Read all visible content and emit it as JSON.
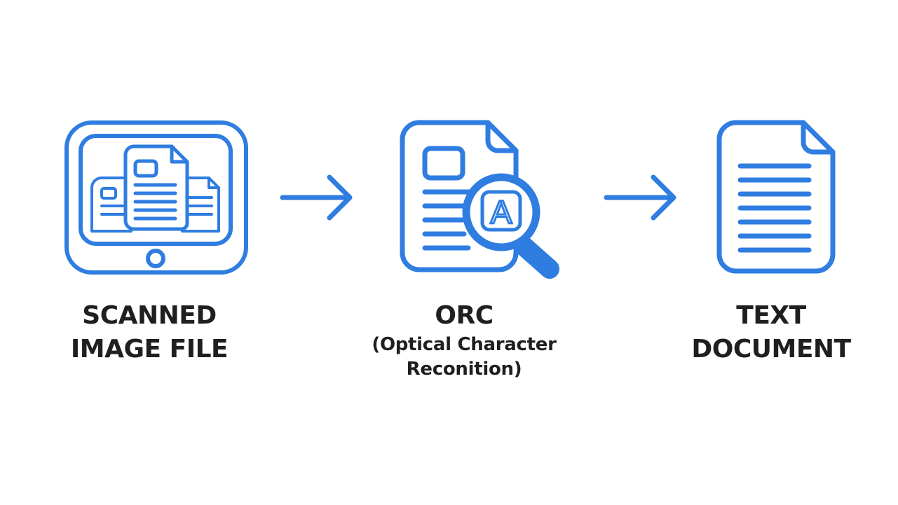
{
  "colors": {
    "accent": "#2f7de1",
    "text": "#1f1f1f",
    "background": "#ffffff"
  },
  "steps": [
    {
      "icon": "scanned-image-tablet-icon",
      "label_lines": [
        "SCANNED",
        "IMAGE FILE"
      ]
    },
    {
      "icon": "ocr-document-magnifier-icon",
      "title": "ORC",
      "subtitle_lines": [
        "(Optical Character",
        "Reconition)"
      ],
      "magnifier_letter": "A"
    },
    {
      "icon": "text-document-icon",
      "label_lines": [
        "TEXT",
        "DOCUMENT"
      ]
    }
  ],
  "connectors": [
    "arrow-right-icon",
    "arrow-right-icon"
  ]
}
